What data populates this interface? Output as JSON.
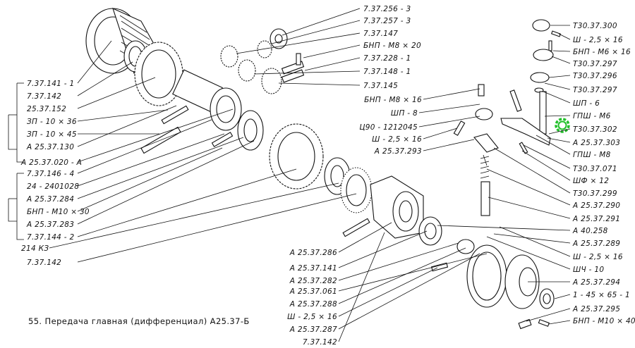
{
  "caption": "55. Передача главная (дифференциал)   А25.37-Б",
  "labels_left": [
    "7.37.141 - 1",
    "7.37.142",
    "25.37.152",
    "ЗП - 10 × 36",
    "ЗП - 10 × 45",
    "А 25.37.130",
    "А 25.37.020 - А",
    "7.37.146 - 4",
    "24 - 2401028",
    "А 25.37.284",
    "БНП - М10 × 30",
    "А 25.37.283",
    "7.37.144 - 2",
    "214 КЗ",
    "7.37.142"
  ],
  "labels_top": [
    "7.37.256 - 3",
    "7.37.257 - 3",
    "7.37.147",
    "БНП - М8 × 20",
    "7.37.228 - 1",
    "7.37.148 - 1",
    "7.37.145"
  ],
  "labels_center": [
    "БНП - М8 × 16",
    "ШП - 8",
    "Ц90 - 1212045",
    "Ш - 2,5 × 16",
    "А 25.37.293"
  ],
  "labels_bottom": [
    "А 25.37.286",
    "А 25.37.141",
    "А 25.37.282",
    "А 25.37.061",
    "А 25.37.288",
    "Ш - 2,5 × 16",
    "А 25.37.287",
    "7.37.142"
  ],
  "labels_right": [
    "Т30.37.300",
    "Ш - 2,5 × 16",
    "БНП - М6 × 16",
    "Т30.37.297",
    "Т30.37.296",
    "Т30.37.297",
    "ШП - 6",
    "ГПШ - М6",
    "Т30.37.302",
    "А 25.37.303",
    "ГПШ - М8",
    "Т30.37.071",
    "ШФ × 12",
    "Т30.37.299",
    "А 25.37.290",
    "А 25.37.291",
    "А 40.258",
    "А 25.37.289",
    "Ш - 2,5 × 16",
    "ШЧ - 10",
    "А 25.37.294",
    "1 - 45 × 65 - 1",
    "А 25.37.295",
    "БНП - М10 × 40"
  ],
  "colors": {
    "ink": "#111111",
    "highlight": "#22c02a"
  },
  "highlight_icon": "gear-icon"
}
